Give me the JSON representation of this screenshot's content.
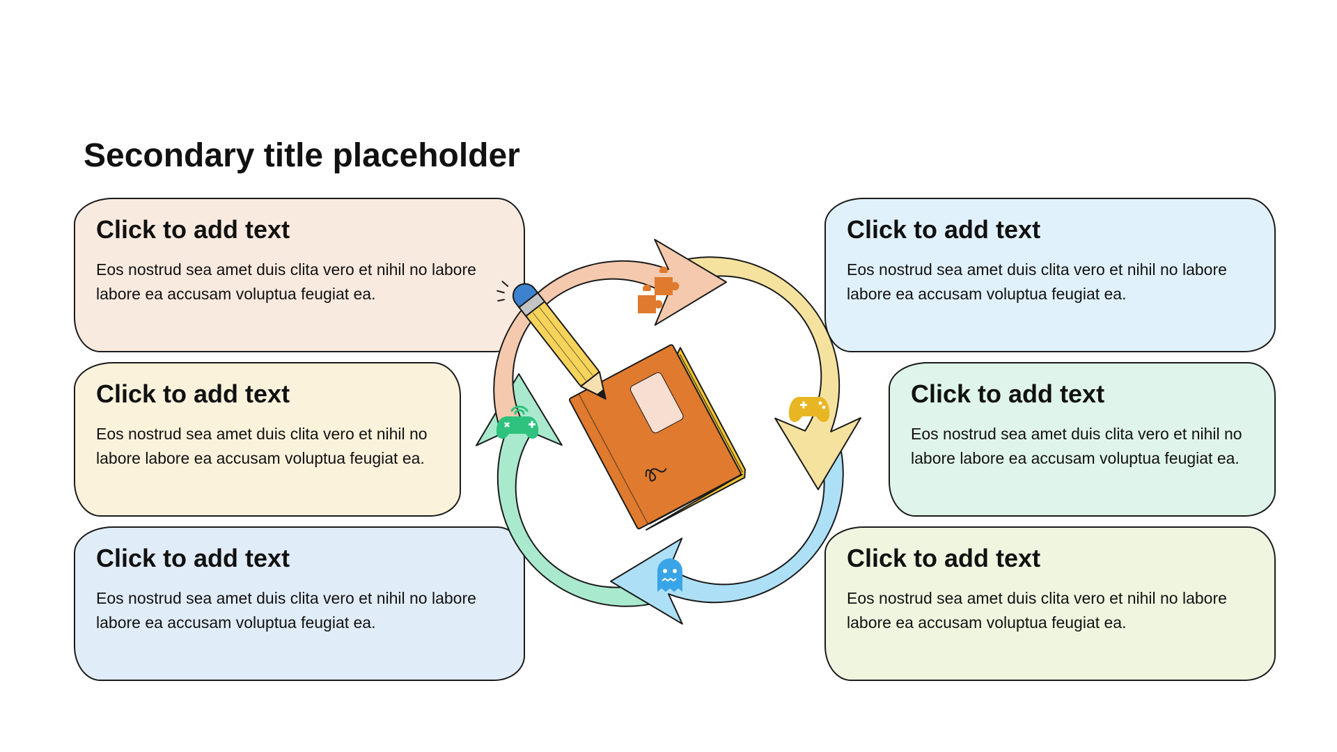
{
  "title": "Secondary title placeholder",
  "cards": [
    {
      "heading": "Click to add text",
      "body": "Eos nostrud sea amet duis clita vero et nihil no labore labore ea accusam voluptua feugiat ea.",
      "color": "#f9eadf"
    },
    {
      "heading": "Click to add text",
      "body": "Eos nostrud sea amet duis clita vero et nihil no labore labore ea accusam voluptua feugiat ea.",
      "color": "#fbf2dc"
    },
    {
      "heading": "Click to add text",
      "body": "Eos nostrud sea amet duis clita vero et nihil no labore labore ea accusam voluptua feugiat ea.",
      "color": "#e0ecf8"
    },
    {
      "heading": "Click to add text",
      "body": "Eos nostrud sea amet duis clita vero et nihil no labore labore ea accusam voluptua feugiat ea.",
      "color": "#e0f1fb"
    },
    {
      "heading": "Click to add text",
      "body": "Eos nostrud sea amet duis clita vero et nihil no labore labore ea accusam voluptua feugiat ea.",
      "color": "#dff4ea"
    },
    {
      "heading": "Click to add text",
      "body": "Eos nostrud sea amet duis clita vero et nihil no labore labore ea accusam voluptua feugiat ea.",
      "color": "#f0f5df"
    }
  ],
  "cycle": {
    "segments": [
      {
        "color": "#f4c9ad",
        "icon": "puzzle-icon",
        "icon_color": "#e07a2e"
      },
      {
        "color": "#f5e29e",
        "icon": "gamepad-icon",
        "icon_color": "#e7b622"
      },
      {
        "color": "#ade0f7",
        "icon": "ghost-icon",
        "icon_color": "#3aa4e8"
      },
      {
        "color": "#a9e9ce",
        "icon": "gamepad-wireless-icon",
        "icon_color": "#2ec27e"
      }
    ],
    "center_icons": [
      "book-icon",
      "pencil-icon"
    ],
    "book_color": "#e07a2e",
    "book_edge_color": "#f3c431"
  }
}
